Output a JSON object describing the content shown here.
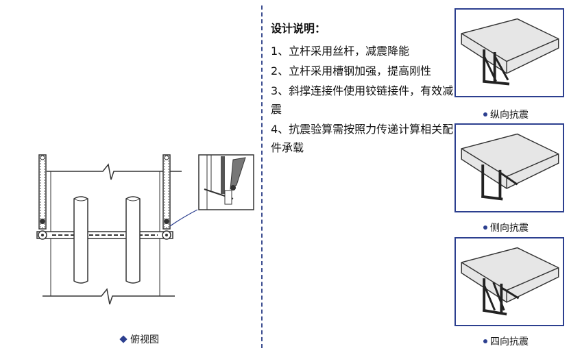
{
  "top_view": {
    "caption": "俯视图"
  },
  "design_notes": {
    "title": "设计说明：",
    "items": [
      "1、立杆采用丝杆，减震降能",
      "2、立杆采用槽钢加强，提高刚性",
      "3、斜撑连接件使用铰链接件，有效减震",
      "4、抗震验算需按照力传递计算相关配件承载"
    ]
  },
  "panels": [
    {
      "caption": "纵向抗震"
    },
    {
      "caption": "侧向抗震"
    },
    {
      "caption": "四向抗震"
    }
  ],
  "colors": {
    "accent": "#2c3f8f",
    "line": "#333333"
  }
}
